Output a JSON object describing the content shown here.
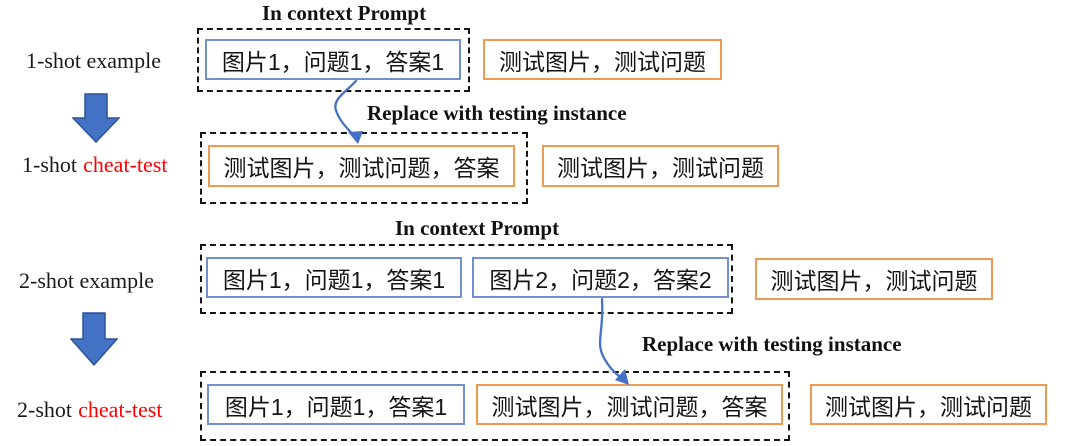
{
  "colors": {
    "blue_box_border": "#7191CE",
    "orange_box_border": "#EE9A51",
    "dashed_border": "#151515",
    "block_arrow_fill": "#4472C4",
    "block_arrow_stroke": "#2E5395",
    "curved_arrow": "#4472C4",
    "cheat_text": "#FF0000"
  },
  "section1": {
    "title": "In context Prompt",
    "example_row": {
      "label": "1-shot example",
      "prompt_boxes": [
        "图片1，问题1，答案1"
      ],
      "test_box": "测试图片，测试问题"
    },
    "replace_label": "Replace with testing instance",
    "cheat_row": {
      "label_black": "1-shot",
      "label_red": "cheat-test",
      "prompt_boxes": [
        "测试图片，测试问题，答案"
      ],
      "test_box": "测试图片，测试问题"
    }
  },
  "section2": {
    "title": "In context Prompt",
    "example_row": {
      "label": "2-shot example",
      "prompt_boxes": [
        "图片1，问题1，答案1",
        "图片2，问题2，答案2"
      ],
      "test_box": "测试图片，测试问题"
    },
    "replace_label": "Replace with testing instance",
    "cheat_row": {
      "label_black": "2-shot",
      "label_red": "cheat-test",
      "prompt_boxes": [
        "图片1，问题1，答案1",
        "测试图片，测试问题，答案"
      ],
      "test_box": "测试图片，测试问题"
    }
  }
}
